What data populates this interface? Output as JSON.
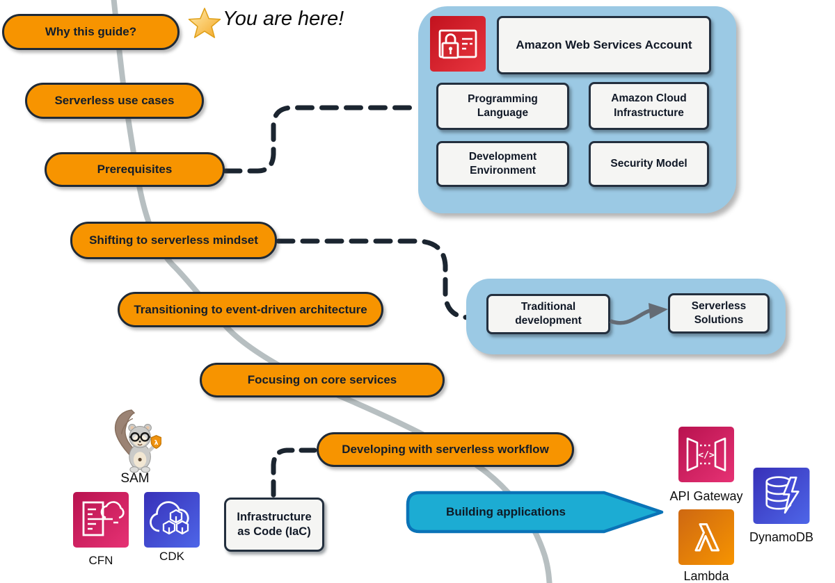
{
  "annotation": {
    "you_are_here": "You are here!"
  },
  "steps": [
    {
      "label": "Why this guide?"
    },
    {
      "label": "Serverless use cases"
    },
    {
      "label": "Prerequisites"
    },
    {
      "label": "Shifting to serverless mindset"
    },
    {
      "label": "Transitioning to event-driven architecture"
    },
    {
      "label": "Focusing on core services"
    },
    {
      "label": "Developing with serverless workflow"
    },
    {
      "label": "Building applications"
    }
  ],
  "prerequisites_panel": {
    "icon": "iam-lock-card-icon",
    "items": [
      {
        "label": "Amazon Web Services Account"
      },
      {
        "label": "Programming Language"
      },
      {
        "label": "Amazon Cloud Infrastructure"
      },
      {
        "label": "Development Environment"
      },
      {
        "label": "Security Model"
      }
    ]
  },
  "mindset_panel": {
    "from_label": "Traditional development",
    "to_label": "Serverless Solutions"
  },
  "iac": {
    "box_label": "Infrastructure as Code (IaC)",
    "tools": [
      {
        "name": "SAM",
        "icon": "sam-squirrel-icon"
      },
      {
        "name": "CFN",
        "icon": "cloudformation-icon"
      },
      {
        "name": "CDK",
        "icon": "cdk-icon"
      }
    ]
  },
  "services": [
    {
      "name": "API Gateway",
      "icon": "api-gateway-icon"
    },
    {
      "name": "DynamoDB",
      "icon": "dynamodb-icon"
    },
    {
      "name": "Lambda",
      "icon": "lambda-icon"
    }
  ],
  "colors": {
    "step_fill": "#F79400",
    "step_border": "#1F2A37",
    "panel_fill": "#9BC9E4",
    "node_fill": "#F5F5F3",
    "node_border": "#232F3E",
    "banner_fill": "#1CACD3",
    "banner_border": "#0A73B7",
    "connector": "#1B2530",
    "trail_gray": "#B7BFC1",
    "iam_red": "#C2121E",
    "cfn_pink": "#B8124F",
    "cdk_indigo": "#3730B8",
    "lambda_orange": "#CE6812"
  }
}
